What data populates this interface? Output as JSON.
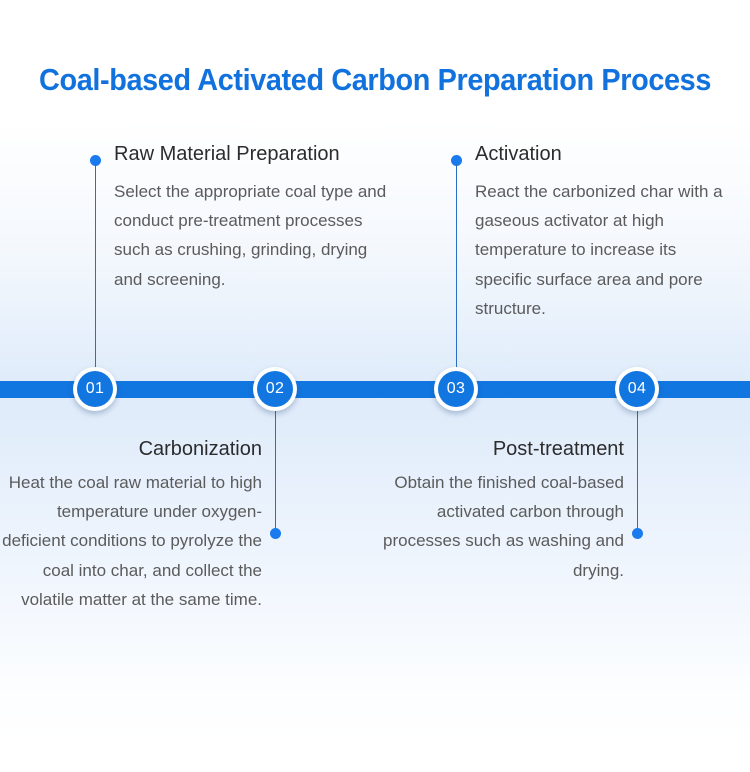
{
  "title": "Coal-based Activated Carbon Preparation Process",
  "colors": {
    "accent_blue": "#1276e0",
    "title_blue": "#1272dd",
    "heading_text": "#2c2c2c",
    "body_text": "#5b5b5b",
    "connector_line": "#2b6fc4",
    "dot": "#1a7bee",
    "background_tint": "#dfebfa"
  },
  "steps": [
    {
      "number": "01",
      "heading": "Raw Material Preparation",
      "body": "Select the appropriate coal type and conduct pre-treatment processes such as crushing, grinding, drying and screening.",
      "position": "above"
    },
    {
      "number": "02",
      "heading": "Carbonization",
      "body": "Heat the coal raw material to high temperature under oxygen-deficient conditions to pyrolyze the coal into char, and collect the volatile matter at the same time.",
      "position": "below"
    },
    {
      "number": "03",
      "heading": "Activation",
      "body": "React the carbonized char with a gaseous activator at high temperature to increase its specific surface area and pore structure.",
      "position": "above"
    },
    {
      "number": "04",
      "heading": "Post-treatment",
      "body": "Obtain the finished coal-based activated carbon through processes such as washing and drying.",
      "position": "below"
    }
  ]
}
